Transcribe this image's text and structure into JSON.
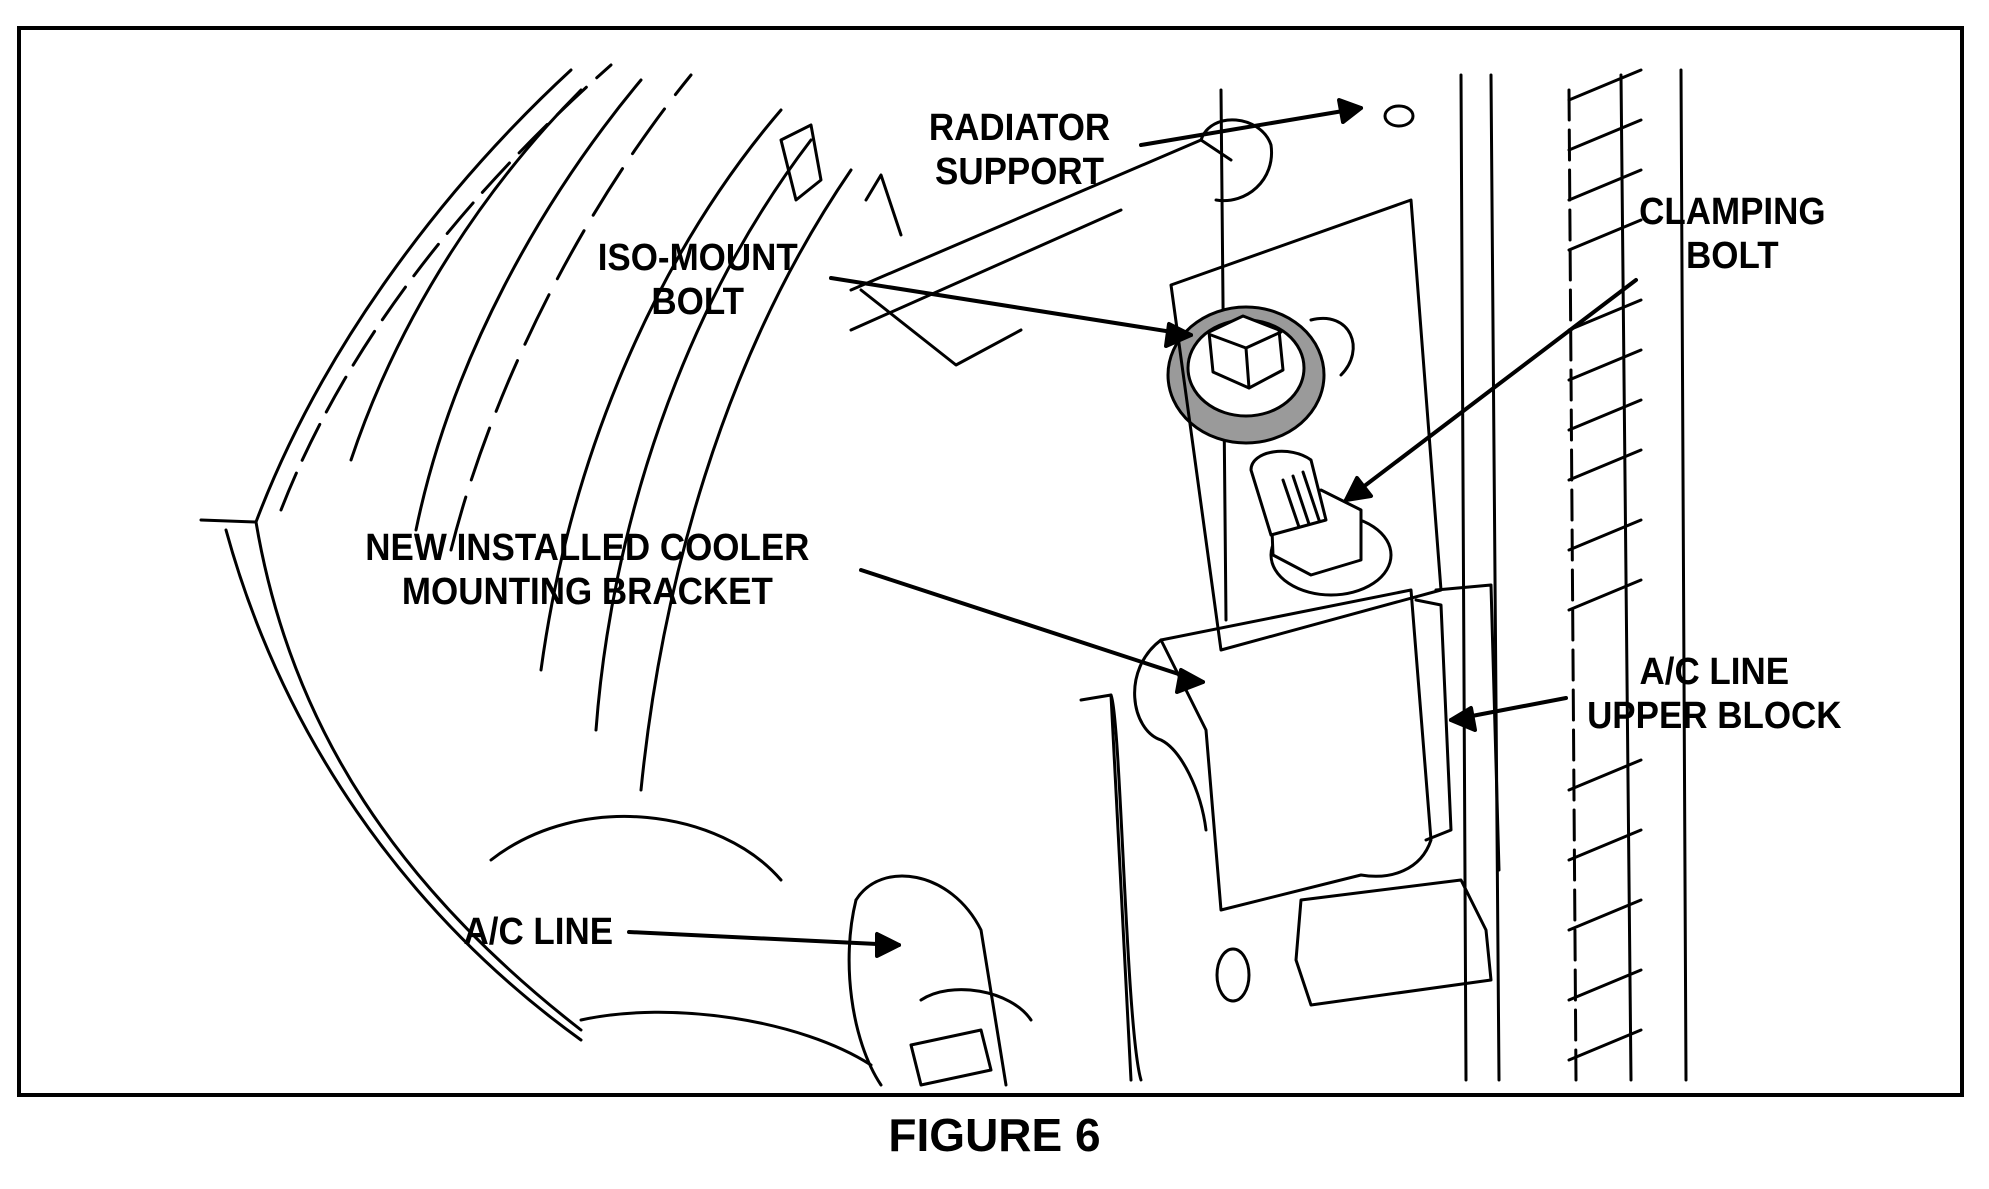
{
  "figure": {
    "caption": "FIGURE 6",
    "labels": {
      "radiator_support": [
        "RADIATOR",
        "SUPPORT"
      ],
      "iso_mount_bolt": [
        "ISO-MOUNT",
        "BOLT"
      ],
      "clamping_bolt": [
        "CLAMPING",
        "BOLT"
      ],
      "cooler_bracket": [
        "NEW INSTALLED COOLER",
        "MOUNTING BRACKET"
      ],
      "ac_line_upper_block": [
        "A/C LINE",
        "UPPER BLOCK"
      ],
      "ac_line": [
        "A/C LINE"
      ]
    },
    "colors": {
      "line": "#000000",
      "washer": "#9a9a9a",
      "background": "#ffffff"
    }
  }
}
